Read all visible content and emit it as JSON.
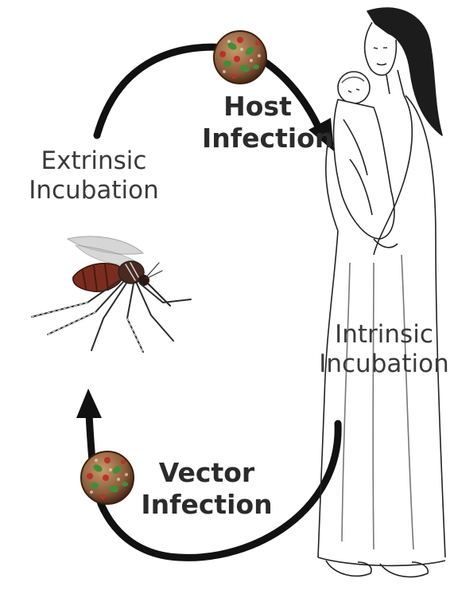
{
  "labels": {
    "extrinsic": {
      "line1": "Extrinsic",
      "line2": "Incubation"
    },
    "intrinsic": {
      "line1": "Intrinsic",
      "line2": "Incubation"
    },
    "host": {
      "line1": "Host",
      "line2": "Infection"
    },
    "vector": {
      "line1": "Vector",
      "line2": "Infection"
    }
  },
  "colors": {
    "arrow": "#111111",
    "virus_base": "#8a5a3a",
    "virus_spot_green": "#3f8f3a",
    "virus_spot_red": "#b8322a",
    "mosquito_body": "#7a2d1f",
    "line_art": "#222222"
  },
  "icons": {
    "host_virus": "virus-particle-icon",
    "vector_virus": "virus-particle-icon",
    "mosquito": "mosquito-icon",
    "mother": "mother-holding-baby-illustration"
  }
}
